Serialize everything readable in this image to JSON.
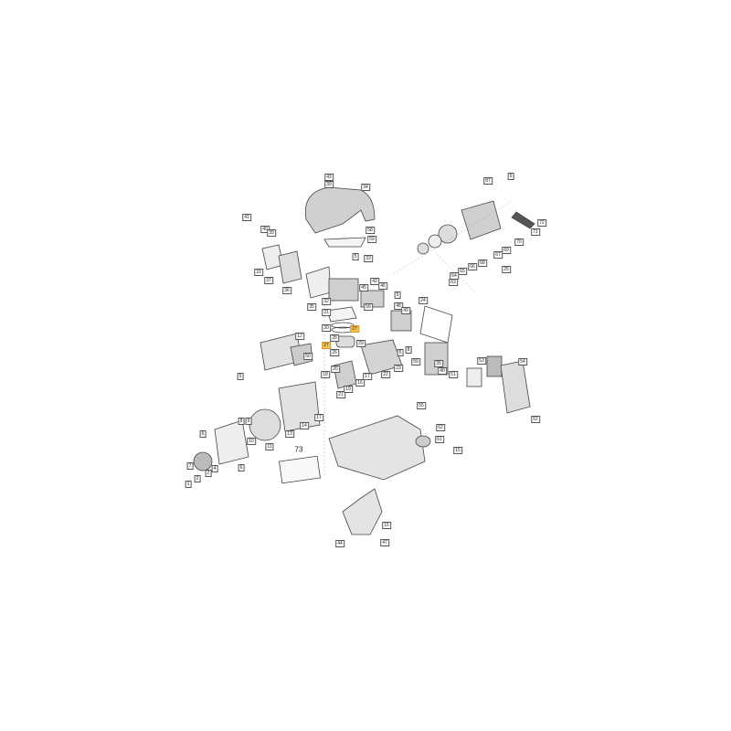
{
  "diagram": {
    "type": "exploded-parts-diagram",
    "highlight_color": "#f3c35a",
    "highlighted_part": "27",
    "labels": [
      "43",
      "39",
      "34",
      "58",
      "59",
      "41",
      "40",
      "39",
      "33",
      "37",
      "36",
      "35",
      "32",
      "31",
      "30",
      "27",
      "29",
      "27",
      "28",
      "5",
      "33",
      "42",
      "46",
      "45",
      "56",
      "5",
      "48",
      "49",
      "12",
      "87",
      "5",
      "72",
      "71",
      "70",
      "69",
      "67",
      "25",
      "68",
      "66",
      "65",
      "64",
      "63",
      "24",
      "26",
      "50",
      "20",
      "5",
      "18",
      "17",
      "16",
      "22",
      "23",
      "59",
      "21",
      "19",
      "17",
      "14",
      "13",
      "8",
      "9",
      "10",
      "11",
      "73",
      "35",
      "40",
      "51",
      "53",
      "54",
      "52",
      "55",
      "62",
      "61",
      "15",
      "8",
      "5",
      "6",
      "7",
      "2",
      "4",
      "6",
      "1",
      "2",
      "15",
      "44",
      "47"
    ]
  }
}
